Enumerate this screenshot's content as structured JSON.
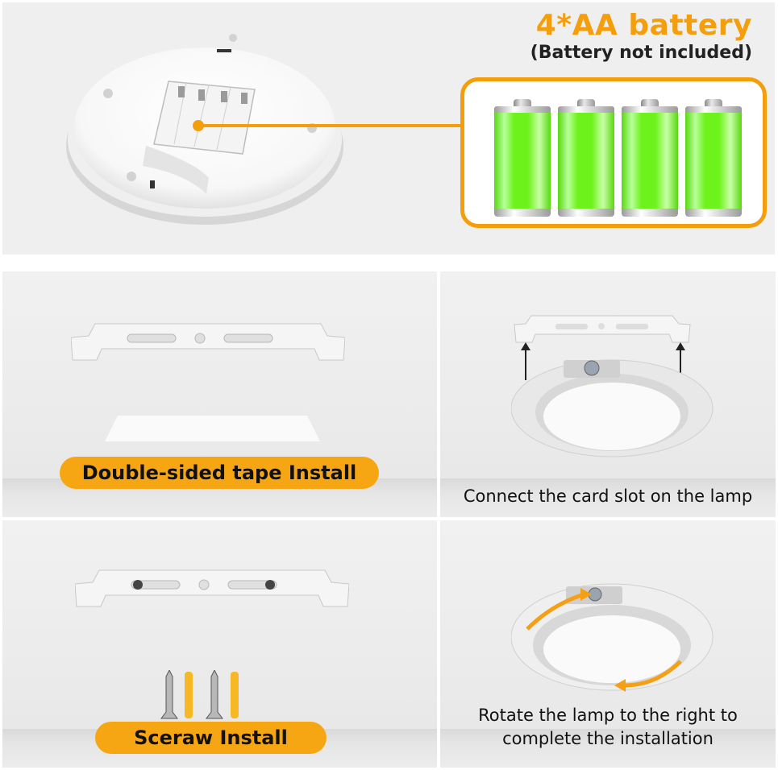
{
  "top_panel": {
    "title": "4*AA battery",
    "subtitle": "(Battery not included)",
    "battery_count": 4,
    "accent_color": "#f59e0b",
    "battery_color": "#6ef21c"
  },
  "install_steps": [
    {
      "id": "tape",
      "label": "Double-sided tape Install",
      "style": "pill",
      "pill_color": "#f7a613"
    },
    {
      "id": "connect",
      "label": "Connect the card slot on the lamp",
      "style": "caption"
    },
    {
      "id": "screw",
      "label": "Sceraw Install",
      "style": "pill",
      "pill_color": "#f7a613"
    },
    {
      "id": "rotate",
      "label_line1": "Rotate the lamp to the right to",
      "label_line2": "complete the installation",
      "style": "caption"
    }
  ]
}
